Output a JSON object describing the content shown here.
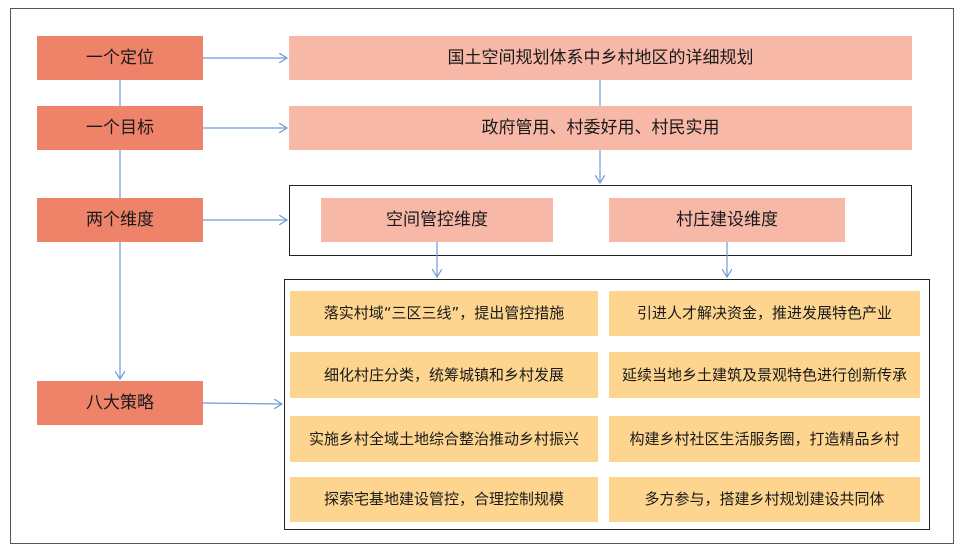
{
  "left_labels": {
    "positioning": "一个定位",
    "goal": "一个目标",
    "dimensions": "两个维度",
    "strategies": "八大策略"
  },
  "right": {
    "positioning": "国土空间规划体系中乡村地区的详细规划",
    "goal": "政府管用、村委好用、村民实用"
  },
  "dimensions": {
    "spatial": "空间管控维度",
    "village": "村庄建设维度"
  },
  "strategies": {
    "spatial": [
      "落实村域“三区三线”，提出管控措施",
      "细化村庄分类，统筹城镇和乡村发展",
      "实施乡村全域土地综合整治推动乡村振兴",
      "探索宅基地建设管控，合理控制规模"
    ],
    "village": [
      "引进人才解决资金，推进发展特色产业",
      "延续当地乡土建筑及景观特色进行创新传承",
      "构建乡村社区生活服务圈，打造精品乡村",
      "多方参与，搭建乡村规划建设共同体"
    ]
  },
  "colors": {
    "left_box": "#ee836a",
    "right_box": "#f7b8a8",
    "strategy_box": "#fdd58e",
    "connector": "#6f9bd8"
  }
}
